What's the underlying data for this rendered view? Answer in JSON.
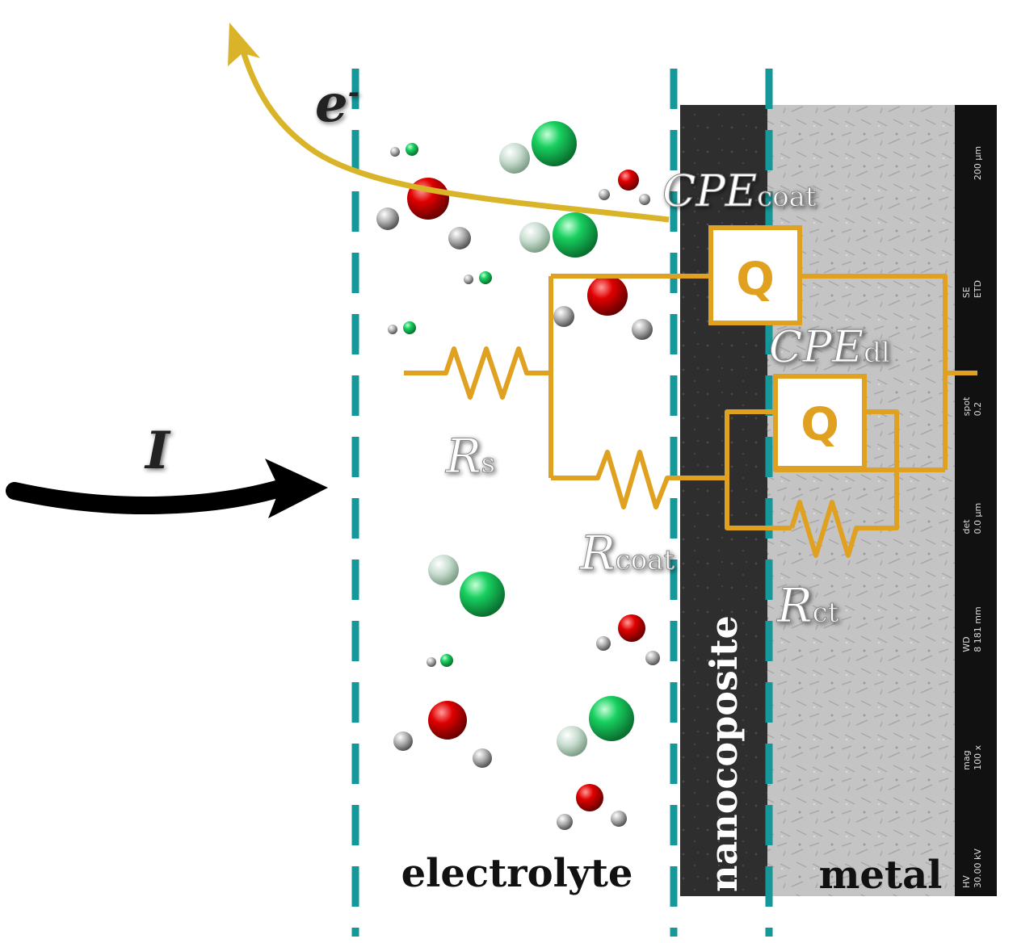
{
  "labels": {
    "electron": "e",
    "electron_sup": "-",
    "current": "I",
    "cpe_coat_main": "CPE",
    "cpe_coat_sub": "coat",
    "cpe_dl_main": "CPE",
    "cpe_dl_sub": "dl",
    "rs_main": "R",
    "rs_sub": "s",
    "rcoat_main": "R",
    "rcoat_sub": "coat",
    "rct_main": "R",
    "rct_sub": "ct",
    "q_upper": "Q",
    "q_lower": "Q",
    "electrolyte": "electrolyte",
    "nanocomposite": "nanocoposite",
    "metal": "metal"
  },
  "sem_bar": {
    "items": [
      "30.00 kV",
      "HV",
      "100 x",
      "mag",
      "8 181 mm",
      "WD",
      "0.0 µm",
      "det",
      "0.2",
      "spot",
      "ETD",
      "SE",
      "200 µm"
    ]
  },
  "colors": {
    "circuit": "#e0a020",
    "dashed_line": "#14989a",
    "arrow_electron": "#d9b428",
    "arrow_current": "#000000",
    "nanocomposite": "#303030",
    "metal": "#bdbdbd",
    "oxygen": "#e00000",
    "chlorine": "#10d060",
    "hydrogen": "#b8b8b8"
  }
}
